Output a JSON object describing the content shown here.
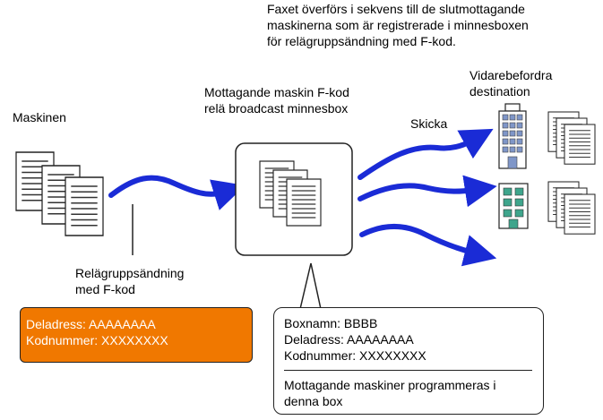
{
  "header_note": [
    "Faxet överförs i sekvens till de slutmottagande",
    "maskinerna som är registrerade i minnesboxen",
    "för relägruppsändning med F-kod."
  ],
  "sender_label": "Maskinen",
  "relay_label": [
    "Mottagande maskin F-kod",
    "relä broadcast minnesbox"
  ],
  "forward_label": [
    "Vidarebefordra",
    "destination"
  ],
  "send_label": "Skicka",
  "transmission_label": [
    "Relägruppsändning",
    "med F-kod"
  ],
  "sender_codes": {
    "sub_address": "Deladress: AAAAAAAA",
    "code_number": "Kodnummer: XXXXXXXX"
  },
  "box_info": {
    "box_name": "Boxnamn: BBBB",
    "sub_address": "Deladress: AAAAAAAA",
    "code_number": "Kodnummer: XXXXXXXX",
    "note": [
      "Mottagande maskiner programmeras i",
      "denna box"
    ]
  },
  "icons": [
    "document-stack-icon",
    "relay-box-icon",
    "office-building-icon",
    "transmission-arrow-icon"
  ],
  "colors": {
    "arrow": "#1a2bd6",
    "highlight": "#f07800",
    "building_window": "#7f96c8",
    "building_window_alt": "#3fa58c"
  }
}
